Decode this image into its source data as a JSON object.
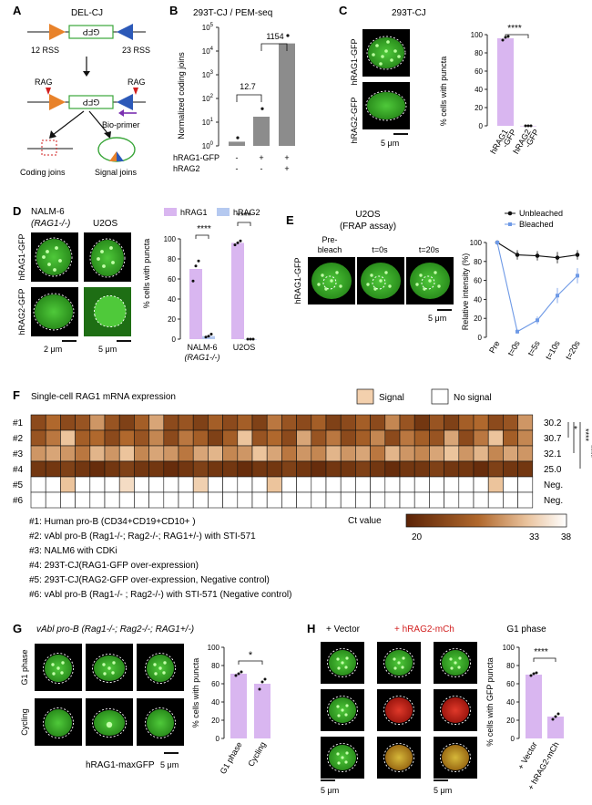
{
  "panels": {
    "A": {
      "letter": "A",
      "title": "DEL-CJ",
      "gene": "GFP",
      "rss12": "12 RSS",
      "rss23": "23 RSS",
      "rag_left": "RAG",
      "rag_right": "RAG",
      "bio_primer": "Bio-primer",
      "coding_joins": "Coding joins",
      "signal_joins": "Signal joins"
    },
    "B": {
      "letter": "B",
      "title": "293T-CJ / PEM-seq",
      "ylabel": "Normalized coding joins",
      "fold1": "12.7",
      "fold2": "1154",
      "row1_label": "hRAG1-GFP",
      "row2_label": "hRAG2",
      "row1_signs": [
        "-",
        "+",
        "+"
      ],
      "row2_signs": [
        "-",
        "-",
        "+"
      ]
    },
    "C": {
      "letter": "C",
      "title": "293T-CJ",
      "image_label_top": "hRAG1-GFP",
      "image_label_bottom": "hRAG2-GFP",
      "scale": "5 μm",
      "ylabel": "% cells with puncta",
      "significance": "****"
    },
    "D": {
      "letter": "D",
      "cell1_line1": "NALM-6",
      "cell1_line2": "(RAG1-/-)",
      "cell2": "U2OS",
      "row_label_top": "hRAG1-GFP",
      "row_label_bottom": "hRAG2-GFP",
      "scale1": "2 μm",
      "scale2": "5 μm",
      "legend1": "hRAG1",
      "legend2": "hRAG2",
      "ylabel": "% cells with puncta",
      "sig1": "****",
      "sig2": "****"
    },
    "E": {
      "letter": "E",
      "title1": "U2OS",
      "title2": "(FRAP assay)",
      "frame1_line1": "Pre-",
      "frame1_line2": "bleach",
      "frame2": "t=0s",
      "frame3": "t=20s",
      "row_label": "hRAG1-GFP",
      "scale": "5 μm",
      "ylabel": "Relative intensity (%)",
      "legend_unbleached": "Unbleached",
      "legend_bleached": "Bleached"
    },
    "F": {
      "letter": "F",
      "title": "Single-cell RAG1 mRNA expression",
      "legend_signal": "Signal",
      "legend_no_signal": "No signal",
      "row_labels": [
        "#1",
        "#2",
        "#3",
        "#4",
        "#5",
        "#6"
      ],
      "ct_values": [
        "30.2",
        "30.7",
        "32.1",
        "25.0",
        "Neg.",
        "Neg."
      ],
      "sig": [
        "*",
        "****",
        "****"
      ],
      "descriptions": [
        "#1: Human pro-B (CD34+CD19+CD10+ )",
        "#2: vAbl pro-B (Rag1-/-; Rag2-/-; RAG1+/-) with STI-571",
        "#3: NALM6 with CDKi",
        "#4: 293T-CJ(RAG1-GFP over-expression)",
        "#5: 293T-CJ(RAG2-GFP over-expression, Negative control)",
        "#6: vAbl pro-B (Rag1-/- ; Rag2-/-) with STI-571 (Negative control)"
      ],
      "ct_label": "Ct  value",
      "ct_ticks": [
        "20",
        "33",
        "38"
      ]
    },
    "G": {
      "letter": "G",
      "title": "vAbl pro-B (Rag1-/-; Rag2-/-; RAG1+/-)",
      "row_label_top": "G1 phase",
      "row_label_bottom": "Cycling",
      "image_caption": "hRAG1-maxGFP",
      "scale": "5 μm",
      "ylabel": "% cells with puncta",
      "significance": "*"
    },
    "H": {
      "letter": "H",
      "col1": "+ Vector",
      "col2": "+ hRAG2-mCh",
      "chart_title": "G1 phase",
      "scale1": "5 μm",
      "scale2": "5 μm",
      "ylabel": "% cells with GFP puncta",
      "significance": "****"
    }
  },
  "colors": {
    "bar_purple": "#d9b6f0",
    "bar_blue": "#b5c9f0",
    "bar_gray": "#8c8c8c",
    "micro_bg": "#000000",
    "gfp": "#3fbf2a",
    "mch": "#d42a1e",
    "heat_dark": "#6b2d06",
    "heat_light": "#f3d9bd",
    "red_text": "#d21f1f"
  },
  "chart_data": [
    {
      "panel": "B",
      "type": "bar",
      "categories": [
        "- / -",
        "+ / -",
        "+ / +"
      ],
      "values": [
        1.5,
        17,
        21000
      ],
      "points": [
        [
          2.2
        ],
        [
          37
        ],
        [
          45000
        ]
      ],
      "ylabel": "Normalized coding joins",
      "yscale": "log",
      "ylim": [
        1,
        100000
      ],
      "yticks": [
        "10^0",
        "10^1",
        "10^2",
        "10^3",
        "10^4",
        "10^5"
      ]
    },
    {
      "panel": "C",
      "type": "bar",
      "categories": [
        "hRAG1 -GFP",
        "hRAG2 -GFP"
      ],
      "values": [
        96,
        0
      ],
      "points": [
        [
          94,
          97,
          98
        ],
        [
          0,
          0,
          0
        ]
      ],
      "ylabel": "% cells with puncta",
      "ylim": [
        0,
        100
      ],
      "yticks": [
        0,
        20,
        40,
        60,
        80,
        100
      ]
    },
    {
      "panel": "D",
      "type": "bar",
      "categories": [
        "NALM-6 (RAG1-/-)",
        "U2OS"
      ],
      "series": [
        {
          "name": "hRAG1",
          "values": [
            70,
            96
          ],
          "points": [
            [
              58,
              73,
              78
            ],
            [
              94,
              96,
              98
            ]
          ]
        },
        {
          "name": "hRAG2",
          "values": [
            3,
            0
          ],
          "points": [
            [
              2,
              3,
              5
            ],
            [
              0,
              0,
              0
            ]
          ]
        }
      ],
      "ylabel": "% cells with puncta",
      "ylim": [
        0,
        100
      ],
      "yticks": [
        0,
        20,
        40,
        60,
        80,
        100
      ]
    },
    {
      "panel": "E",
      "type": "line",
      "x": [
        "Pre",
        "t=0s",
        "t=5s",
        "t=10s",
        "t=20s"
      ],
      "series": [
        {
          "name": "Unbleached",
          "values": [
            100,
            87,
            86,
            84,
            87
          ],
          "err": [
            0,
            5,
            5,
            6,
            5
          ]
        },
        {
          "name": "Bleached",
          "values": [
            100,
            6,
            18,
            44,
            65
          ],
          "err": [
            0,
            2,
            4,
            8,
            8
          ]
        }
      ],
      "ylabel": "Relative intensity (%)",
      "ylim": [
        0,
        100
      ],
      "yticks": [
        0,
        20,
        40,
        60,
        80,
        100
      ]
    },
    {
      "panel": "F",
      "type": "heatmap",
      "rows": [
        "#1",
        "#2",
        "#3",
        "#4",
        "#5",
        "#6"
      ],
      "n_cols": 34,
      "ct_range": [
        20,
        38
      ],
      "cells": [
        [
          24,
          27,
          24,
          25,
          30,
          25,
          23,
          26,
          31,
          24,
          25,
          23,
          26,
          24,
          26,
          23,
          28,
          25,
          24,
          26,
          23,
          24,
          26,
          24,
          29,
          25,
          22,
          25,
          23,
          26,
          27,
          24,
          25,
          30
        ],
        [
          25,
          28,
          33,
          26,
          27,
          24,
          27,
          25,
          29,
          24,
          28,
          26,
          23,
          26,
          33,
          25,
          27,
          24,
          31,
          25,
          28,
          24,
          26,
          29,
          24,
          28,
          26,
          25,
          31,
          24,
          28,
          33,
          26,
          29
        ],
        [
          30,
          31,
          30,
          28,
          32,
          30,
          33,
          29,
          31,
          30,
          28,
          31,
          32,
          29,
          30,
          33,
          31,
          28,
          30,
          29,
          32,
          30,
          31,
          28,
          32,
          30,
          29,
          31,
          33,
          30,
          32,
          29,
          31,
          30
        ],
        [
          22,
          22,
          23,
          22,
          21,
          22,
          23,
          22,
          22,
          21,
          22,
          23,
          22,
          22,
          21,
          22,
          22,
          23,
          22,
          21,
          22,
          22,
          23,
          22,
          21,
          22,
          22,
          23,
          22,
          22,
          21,
          23,
          22,
          22
        ],
        [
          38,
          38,
          33,
          38,
          38,
          38,
          35,
          38,
          38,
          38,
          38,
          34,
          38,
          38,
          38,
          38,
          33,
          38,
          38,
          38,
          38,
          38,
          38,
          38,
          38,
          38,
          38,
          38,
          38,
          38,
          38,
          33,
          38,
          38
        ],
        [
          38,
          38,
          38,
          38,
          38,
          38,
          38,
          38,
          38,
          38,
          38,
          38,
          38,
          38,
          38,
          38,
          38,
          38,
          38,
          38,
          38,
          38,
          38,
          38,
          38,
          38,
          38,
          38,
          38,
          38,
          38,
          38,
          38,
          38
        ]
      ]
    },
    {
      "panel": "G",
      "type": "bar",
      "categories": [
        "G1 phase",
        "Cycling"
      ],
      "values": [
        71,
        60
      ],
      "points": [
        [
          69,
          71,
          73
        ],
        [
          54,
          62,
          65
        ]
      ],
      "ylabel": "% cells with puncta",
      "ylim": [
        0,
        100
      ],
      "yticks": [
        0,
        20,
        40,
        60,
        80,
        100
      ]
    },
    {
      "panel": "H",
      "type": "bar",
      "categories": [
        "+ Vector",
        "+ hRAG2-mCh"
      ],
      "values": [
        70,
        24
      ],
      "points": [
        [
          69,
          71,
          72
        ],
        [
          21,
          24,
          27
        ]
      ],
      "title": "G1 phase",
      "ylabel": "% cells with GFP puncta",
      "ylim": [
        0,
        100
      ],
      "yticks": [
        0,
        20,
        40,
        60,
        80,
        100
      ]
    }
  ]
}
